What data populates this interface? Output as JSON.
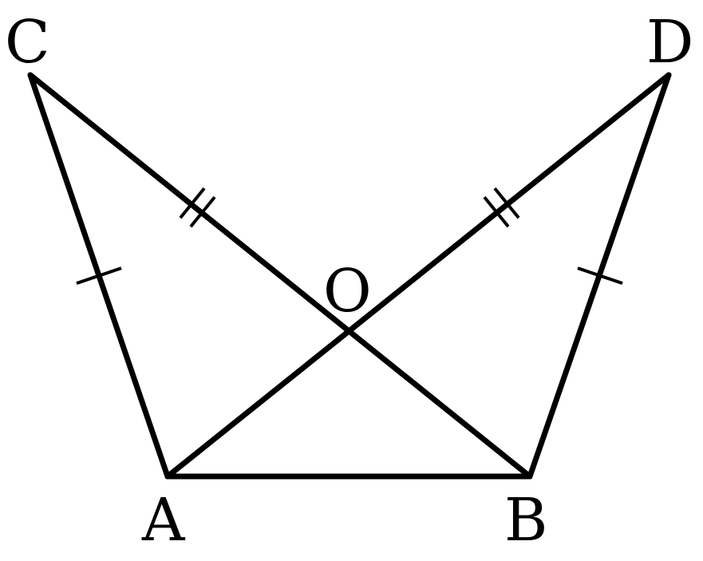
{
  "figure": {
    "points": {
      "A": {
        "label": "A"
      },
      "B": {
        "label": "B"
      },
      "C": {
        "label": "C"
      },
      "D": {
        "label": "D"
      },
      "O": {
        "label": "O"
      }
    },
    "segments": [
      {
        "from": "A",
        "to": "B"
      },
      {
        "from": "A",
        "to": "C"
      },
      {
        "from": "B",
        "to": "D"
      },
      {
        "from": "C",
        "to": "B"
      },
      {
        "from": "D",
        "to": "A"
      }
    ],
    "equal_marks": [
      {
        "segment": "AC",
        "ticks": 1
      },
      {
        "segment": "BD",
        "ticks": 1
      },
      {
        "segment": "CO",
        "ticks": 2
      },
      {
        "segment": "DO",
        "ticks": 2
      }
    ],
    "line_color": "#000000"
  }
}
